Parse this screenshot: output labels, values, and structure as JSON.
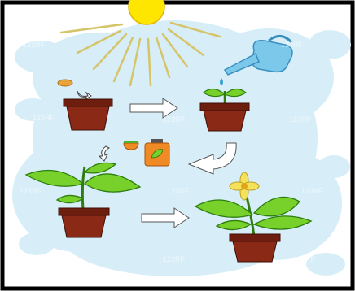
{
  "illustration": {
    "stages": [
      {
        "id": "seed",
        "description_icon": "seed-icon"
      },
      {
        "id": "sprout",
        "description_icon": "sprout-icon"
      },
      {
        "id": "young-plant",
        "description_icon": "young-plant-icon"
      },
      {
        "id": "flowering-plant",
        "description_icon": "flowering-plant-icon"
      }
    ],
    "elements": {
      "sun": "sun-icon",
      "watering_can": "watering-can-icon",
      "fertilizer": "fertilizer-icon"
    },
    "colors": {
      "frame": "#000000",
      "sky_cloud": "#d7eef8",
      "sun": "#ffe600",
      "sun_rays": "#d6c46a",
      "pot": "#8a2a16",
      "pot_rim": "#6e1e0f",
      "leaf": "#77d12a",
      "leaf_dark": "#2e7d10",
      "arrow": "#ffffff",
      "watering_can": "#7cc8ea",
      "fertilizer": "#f08a24",
      "flower": "#f6e15a"
    },
    "watermark": "123RF"
  }
}
